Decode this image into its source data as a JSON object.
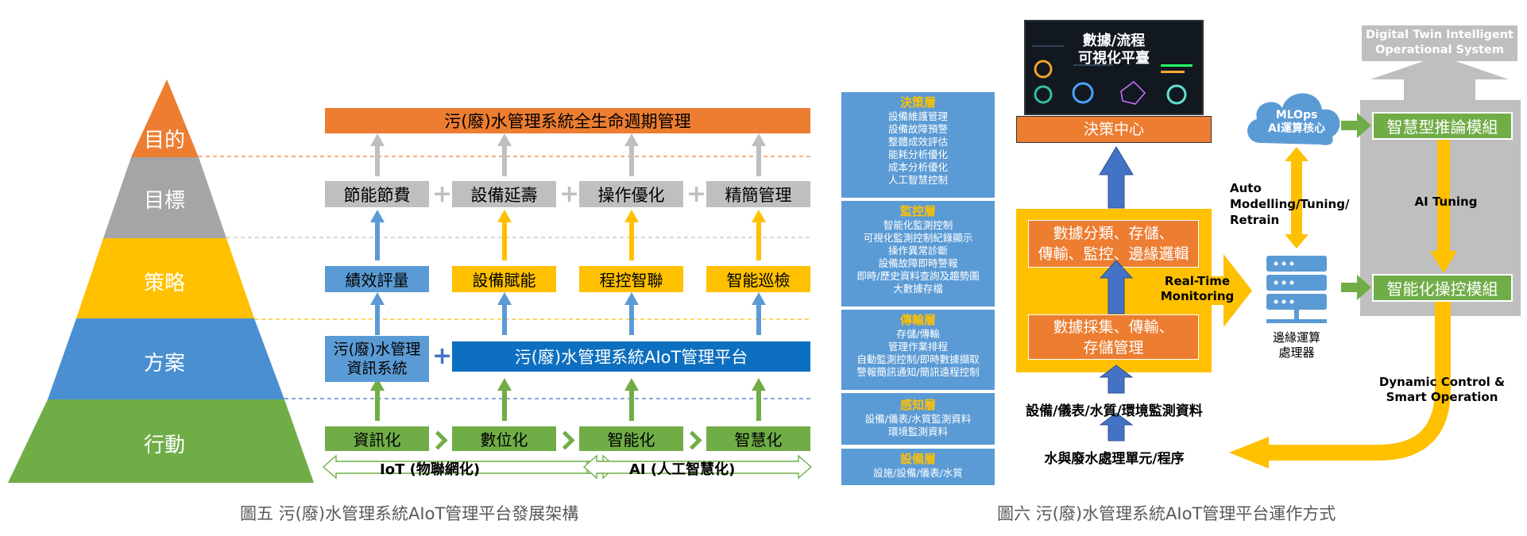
{
  "left": {
    "pyramid": [
      "目的",
      "目標",
      "策略",
      "方案",
      "行動"
    ],
    "top_bar": "污(廢)水管理系統全生命週期管理",
    "goals": [
      "節能節費",
      "設備延壽",
      "操作優化",
      "精簡管理"
    ],
    "strategies": [
      "績效評量",
      "設備賦能",
      "程控智聯",
      "智能巡檢"
    ],
    "plan_info": "污(廢)水管理資訊系統",
    "plan_platform": "污(廢)水管理系統AIoT管理平台",
    "actions": [
      "資訊化",
      "數位化",
      "智能化",
      "智慧化"
    ],
    "iot_label": "IoT (物聯網化)",
    "ai_label": "AI (人工智慧化)",
    "caption": "圖五 污(廢)水管理系統AIoT管理平台發展架構"
  },
  "layers": [
    {
      "title": "決策層",
      "items": [
        "設備維護管理",
        "設備故障預警",
        "整體成效評估",
        "能耗分析優化",
        "成本分析優化",
        "人工智慧控制"
      ]
    },
    {
      "title": "監控層",
      "items": [
        "智能化監測控制",
        "可視化監測控制紀錄顯示",
        "操作異常診斷",
        "設備故障即時警報",
        "即時/歷史資料查詢及趨勢圖",
        "大數據存檔"
      ]
    },
    {
      "title": "傳輸層",
      "items": [
        "存儲/傳輸",
        "管理作業排程",
        "自動監測控制/即時數據擷取",
        "警報簡訊通知/簡訊遠程控制"
      ]
    },
    {
      "title": "感知層",
      "items": [
        "設備/儀表/水質監測資料",
        "環境監測資料"
      ]
    },
    {
      "title": "設備層",
      "items": [
        "設施/設備/儀表/水質"
      ]
    }
  ],
  "right": {
    "dashboard_title": "數據/流程\n可視化平臺",
    "decision_center": "決策中心",
    "data_classify": "數據分類、存儲、\n傳輸、監控、邊緣邏輯",
    "data_collect": "數據採集、傳輸、\n存儲管理",
    "realtime": "Real-Time\nMonitoring",
    "sensor_data": "設備/儀表/水質/環境監測資料",
    "process_unit": "水與廢水處理單元/程序",
    "mlops": "MLOps\nAI運算核心",
    "auto_modelling": "Auto\nModelling/Tuning/\nRetrain",
    "edge_server": "邊緣運算\n處理器",
    "digital_twin": "Digital Twin Intelligent\nOperational System",
    "inference": "智慧型推論模組",
    "control": "智能化操控模組",
    "ai_tuning": "AI Tuning",
    "dynamic": "Dynamic Control &\nSmart Operation",
    "caption": "圖六 污(廢)水管理系統AIoT管理平台運作方式"
  },
  "colors": {
    "orange": "#ed7d31",
    "gold": "#ffc000",
    "blue": "#4472c4",
    "lightblue": "#5b9bd5",
    "green": "#70ad47",
    "gray": "#bfbfbf",
    "navy": "#1f4e79"
  }
}
